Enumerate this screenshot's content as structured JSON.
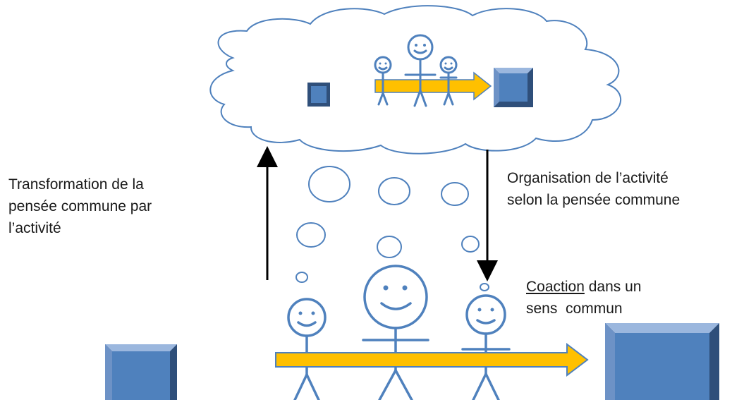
{
  "labels": {
    "transformation": {
      "lines": [
        "Transformation de la",
        "pensée commune par",
        "l’activité"
      ]
    },
    "organisation": {
      "lines": [
        "Organisation de l’activité",
        "selon la pensée commune"
      ]
    },
    "coaction": {
      "underlined_word": "Coaction",
      "line1_rest": " dans un",
      "line2": "sens  commun"
    }
  },
  "colors": {
    "figure_stroke": "#4f81bd",
    "box_face": "#4f81bd",
    "box_dark": "#2f4f7a",
    "arrow_fill": "#ffc000",
    "arrow_stroke": "#4f81bd",
    "cloud_stroke": "#4f81bd",
    "bubble_stroke": "#4f81bd",
    "black_arrow": "#000000"
  }
}
